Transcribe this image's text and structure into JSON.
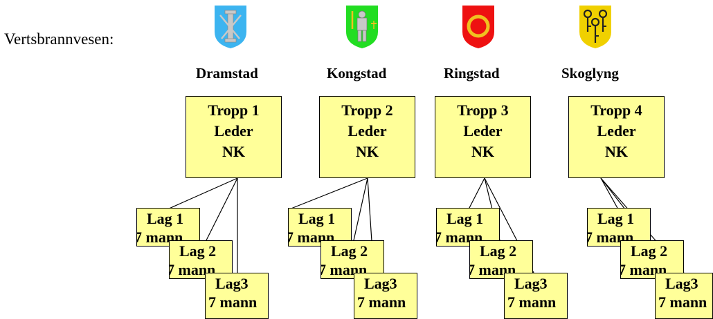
{
  "host_label": "Vertsbrannvesen:",
  "units": [
    {
      "city": "Dramstad",
      "crest": {
        "name": "pillar-crest-icon",
        "bg": "#3cb4f0",
        "fg": "#c8c8c8"
      },
      "troop": {
        "line1": "Tropp 1",
        "line2": "Leder",
        "line3": "NK"
      },
      "lags": [
        {
          "name": "Lag 1",
          "crew": "7 mann"
        },
        {
          "name": "Lag 2",
          "crew": "7 mann"
        },
        {
          "name": "Lag3",
          "crew": "7 mann"
        }
      ]
    },
    {
      "city": "Kongstad",
      "crest": {
        "name": "knight-crest-icon",
        "bg": "#22dd22",
        "fg": "#c8c8c8"
      },
      "troop": {
        "line1": "Tropp 2",
        "line2": "Leder",
        "line3": "NK"
      },
      "lags": [
        {
          "name": "Lag 1",
          "crew": "7 mann"
        },
        {
          "name": "Lag 2",
          "crew": "7 mann"
        },
        {
          "name": "Lag3",
          "crew": "7 mann"
        }
      ]
    },
    {
      "city": "Ringstad",
      "crest": {
        "name": "ring-crest-icon",
        "bg": "#ee1111",
        "fg": "#f0c020"
      },
      "troop": {
        "line1": "Tropp 3",
        "line2": "Leder",
        "line3": "NK"
      },
      "lags": [
        {
          "name": "Lag 1",
          "crew": "7 mann"
        },
        {
          "name": "Lag 2",
          "crew": "7 mann"
        },
        {
          "name": "Lag3",
          "crew": "7 mann"
        }
      ]
    },
    {
      "city": "Skoglyng",
      "crest": {
        "name": "keys-crest-icon",
        "bg": "#f0d000",
        "fg": "#222222"
      },
      "troop": {
        "line1": "Tropp 4",
        "line2": "Leder",
        "line3": "NK"
      },
      "lags": [
        {
          "name": "Lag 1",
          "crew": "7 mann"
        },
        {
          "name": "Lag 2",
          "crew": "7 mann"
        },
        {
          "name": "Lag3",
          "crew": "7 mann"
        }
      ]
    }
  ],
  "colors": {
    "box_fill": "#ffff99",
    "line": "#000000"
  }
}
